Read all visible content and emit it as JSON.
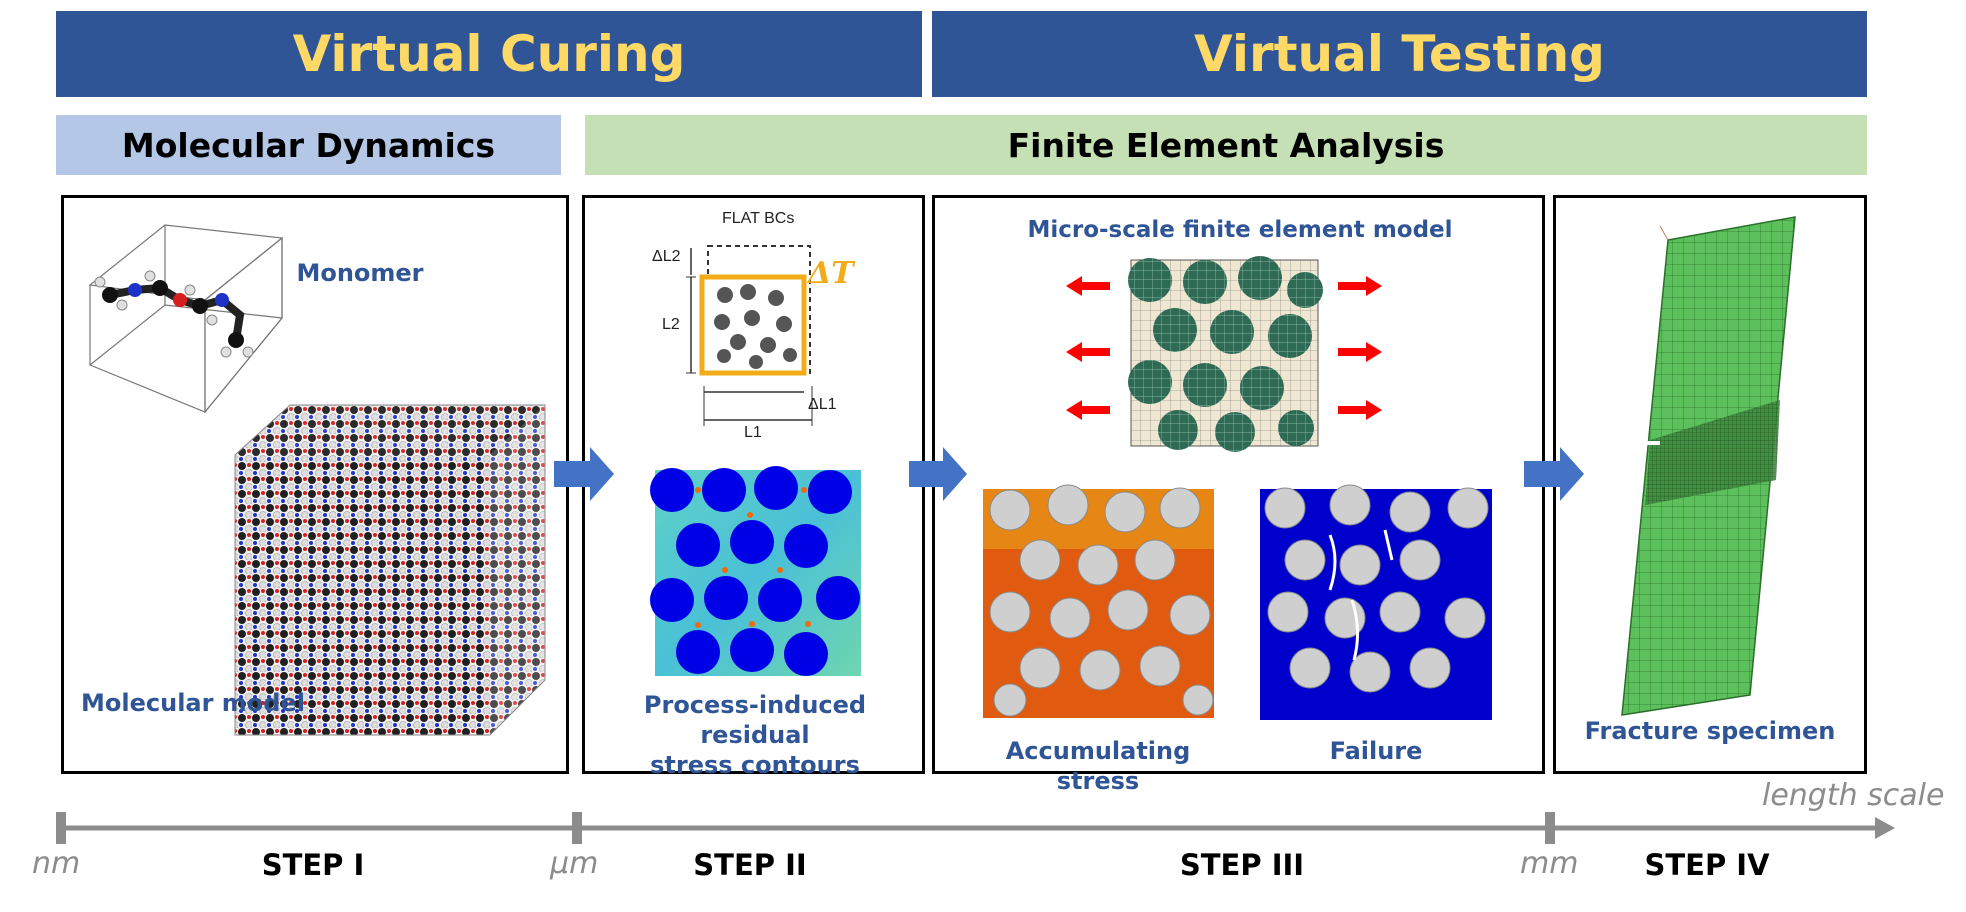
{
  "header": {
    "left_title": "Virtual Curing",
    "right_title": "Virtual Testing"
  },
  "methods": {
    "md": "Molecular Dynamics",
    "fea": "Finite Element Analysis"
  },
  "panels": {
    "step1": {
      "monomer": "Monomer",
      "molecular_model": "Molecular model"
    },
    "step2": {
      "flat_bcs": "FLAT BCs",
      "dl2": "ΔL2",
      "l2": "L2",
      "dl1": "ΔL1",
      "l1": "L1",
      "delta_t": "ΔT",
      "caption_line1": "Process-induced residual",
      "caption_line2": "stress contours"
    },
    "step3": {
      "title": "Micro-scale finite element model",
      "accumulating": "Accumulating stress",
      "failure": "Failure"
    },
    "step4": {
      "caption": "Fracture specimen"
    }
  },
  "scale": {
    "label": "length scale",
    "units": [
      "nm",
      "μm",
      "mm"
    ],
    "steps": [
      "STEP I",
      "STEP II",
      "STEP III",
      "STEP IV"
    ]
  },
  "colors": {
    "header_bg": "#2f5597",
    "header_text": "#ffd966",
    "md_bg": "#b4c7e7",
    "fea_bg": "#c5e0b4",
    "flow_arrow": "#4472c4",
    "load_arrow": "#ff0000",
    "label_text": "#2f5597",
    "axis": "#8c8c8c"
  },
  "icons": [
    "flow-arrow-icon",
    "load-arrow-icon"
  ]
}
